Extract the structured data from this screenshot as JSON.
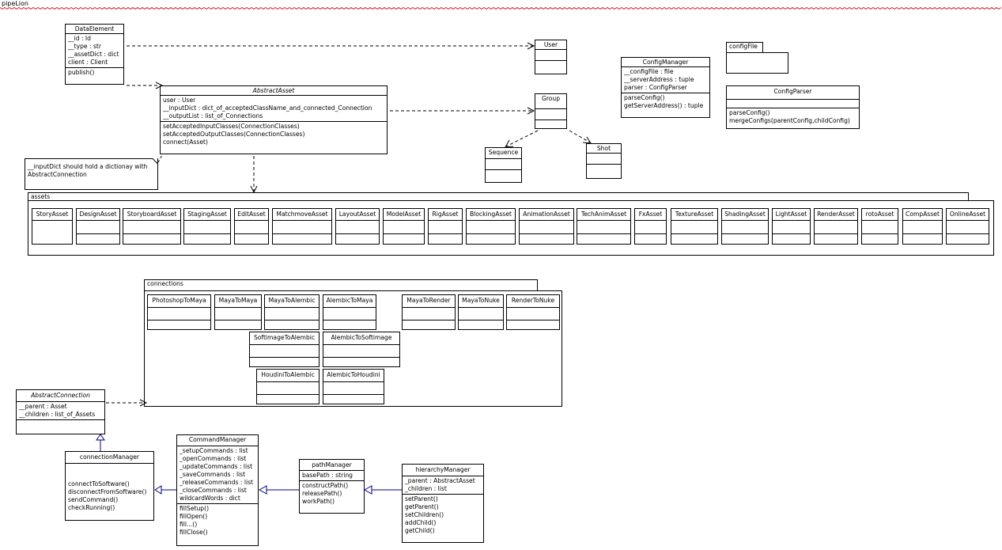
{
  "window_title": "pipeLion",
  "data_element": {
    "name": "DataElement",
    "attrs": [
      "__id : Id",
      "__type : str",
      "__assetDict : dict",
      "client : Client"
    ],
    "ops": [
      "publish()"
    ]
  },
  "user": {
    "name": "User"
  },
  "abstract_asset": {
    "name": "AbstractAsset",
    "attrs": [
      "user : User",
      "__inputDict : dict_of_acceptedClassName_and_connected_Connection",
      "__outputList : list_of_Connections"
    ],
    "ops": [
      "setAcceptedInputClasses(ConnectionClasses)",
      "setAcceptedOutputClasses(ConnectionClasses)",
      "connect(Asset)"
    ]
  },
  "note": {
    "text": "__inputDict should hold a dictionay with AbstractConnection"
  },
  "group": {
    "name": "Group"
  },
  "sequence": {
    "name": "Sequence"
  },
  "shot": {
    "name": "Shot"
  },
  "config_manager": {
    "name": "ConfigManager",
    "attrs": [
      "__configFile : file",
      "__serverAddress : tuple",
      "parser : ConfigParser"
    ],
    "ops": [
      "parseConfig()",
      "getServerAddress() : tuple"
    ]
  },
  "config_file": {
    "name": "configFile"
  },
  "config_parser": {
    "name": "ConfigParser",
    "ops": [
      "parseConfig()",
      "mergeConfigs(parentConfig,childConfig)"
    ]
  },
  "assets_package": {
    "name": "assets",
    "classes": [
      "StoryAsset",
      "DesignAsset",
      "StoryboardAsset",
      "StagingAsset",
      "EditAsset",
      "MatchmoveAsset",
      "LayoutAsset",
      "ModelAsset",
      "RigAsset",
      "BlockingAsset",
      "AnimationAsset",
      "TechAnimAsset",
      "FxAsset",
      "TextureAsset",
      "ShadingAsset",
      "LightAsset",
      "RenderAsset",
      "rotoAsset",
      "CompAsset",
      "OnlineAsset"
    ]
  },
  "connections_package": {
    "name": "connections",
    "classes": [
      "PhotoshopToMaya",
      "MayaToMaya",
      "MayaToAlembic",
      "AlembicToMaya",
      "MayaToRender",
      "MayaToNuke",
      "RenderToNuke",
      "SoftimageToAlembic",
      "AlembicToSoftimage",
      "HoudiniToAlembic",
      "AlembicToHoudini"
    ]
  },
  "abstract_connection": {
    "name": "AbstractConnection",
    "attrs": [
      "__parent : Asset",
      "__children : list_of_Assets"
    ]
  },
  "connection_manager": {
    "name": "connectionManager",
    "ops": [
      "connectToSoftware()",
      "disconnectFromSoftware()",
      "sendCommand()",
      "checkRunning()"
    ]
  },
  "command_manager": {
    "name": "CommandManager",
    "attrs": [
      "_setupCommands : list",
      "_openCommands : list",
      "_updateCommands : list",
      "_saveCommands : list",
      "_releaseCommands : list",
      "_closeCommands : list",
      "wildcardWords : dict"
    ],
    "ops": [
      "fillSetup()",
      "fillOpen()",
      "fill...()",
      "fillClose()"
    ]
  },
  "path_manager": {
    "name": "pathManager",
    "attrs": [
      "basePath : string"
    ],
    "ops": [
      "constructPath()",
      "releasePath()",
      "workPath()"
    ]
  },
  "hierarchy_manager": {
    "name": "hierarchyManager",
    "attrs": [
      "_parent : AbstractAsset",
      "_children : list"
    ],
    "ops": [
      "setParent()",
      "getParent()",
      "setChildren()",
      "addChild()",
      "getChild()"
    ]
  },
  "colors": {
    "title_zigzag": "#cc0000",
    "realization_line": "#000080"
  }
}
